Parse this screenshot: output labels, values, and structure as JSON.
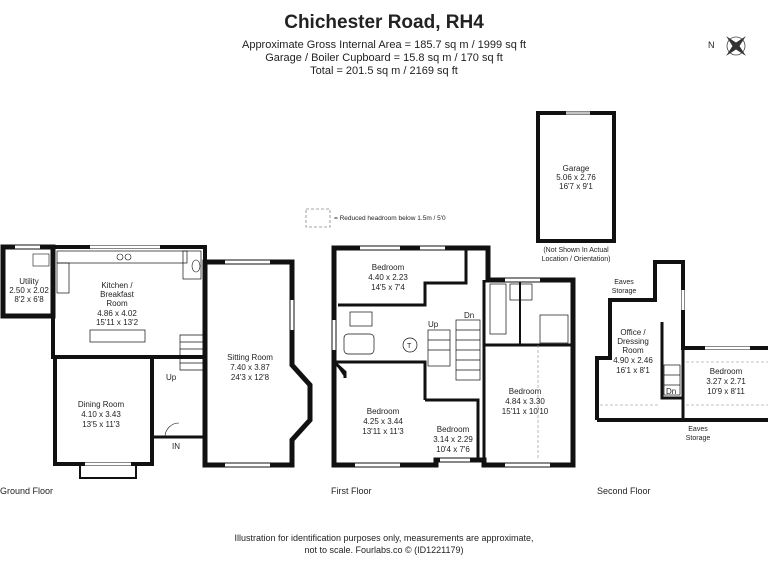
{
  "header": {
    "title": "Chichester Road, RH4",
    "area_line_1": "Approximate Gross Internal Area = 185.7 sq m / 1999 sq ft",
    "area_line_2": "Garage / Boiler Cupboard = 15.8 sq m / 170 sq ft",
    "area_line_3": "Total = 201.5 sq m / 2169 sq ft"
  },
  "compass": {
    "label": "N"
  },
  "legend": {
    "text": "= Reduced headroom below 1.5m / 5'0"
  },
  "garage": {
    "name": "Garage",
    "metric": "5.06 x 2.76",
    "imperial": "16'7 x 9'1",
    "note_1": "(Not Shown In Actual",
    "note_2": "Location / Orientation)"
  },
  "ground_floor": {
    "label": "Ground Floor",
    "utility": {
      "name": "Utility",
      "metric": "2.50 x 2.02",
      "imperial": "8'2 x 6'8"
    },
    "kitchen": {
      "name_1": "Kitchen /",
      "name_2": "Breakfast",
      "name_3": "Room",
      "metric": "4.86 x 4.02",
      "imperial": "15'11 x 13'2"
    },
    "sitting": {
      "name": "Sitting Room",
      "metric": "7.40 x 3.87",
      "imperial": "24'3 x 12'8"
    },
    "dining": {
      "name": "Dining Room",
      "metric": "4.10 x 3.43",
      "imperial": "13'5 x 11'3"
    },
    "up": "Up",
    "entrance": "IN"
  },
  "first_floor": {
    "label": "First Floor",
    "bedroom_top": {
      "name": "Bedroom",
      "metric": "4.40 x 2.23",
      "imperial": "14'5 x 7'4"
    },
    "bedroom_left": {
      "name": "Bedroom",
      "metric": "4.25 x 3.44",
      "imperial": "13'11 x 11'3"
    },
    "bedroom_small": {
      "name": "Bedroom",
      "metric": "3.14 x 2.29",
      "imperial": "10'4 x 7'6"
    },
    "bedroom_right": {
      "name": "Bedroom",
      "metric": "4.84 x 3.30",
      "imperial": "15'11 x 10'10"
    },
    "up": "Up",
    "down": "Dn",
    "cupboard": "T"
  },
  "second_floor": {
    "label": "Second Floor",
    "eaves_top": "Eaves",
    "storage_top": "Storage",
    "office": {
      "name_1": "Office /",
      "name_2": "Dressing",
      "name_3": "Room",
      "metric": "4.90 x 2.46",
      "imperial": "16'1 x 8'1"
    },
    "bedroom": {
      "name": "Bedroom",
      "metric": "3.27 x 2.71",
      "imperial": "10'9 x 8'11"
    },
    "down": "Dn",
    "eaves_bottom": "Eaves",
    "storage_bottom": "Storage"
  },
  "footer": {
    "line_1": "Illustration for identification purposes only, measurements are approximate,",
    "line_2": "not to scale. Fourlabs.co © (ID1221179)"
  }
}
